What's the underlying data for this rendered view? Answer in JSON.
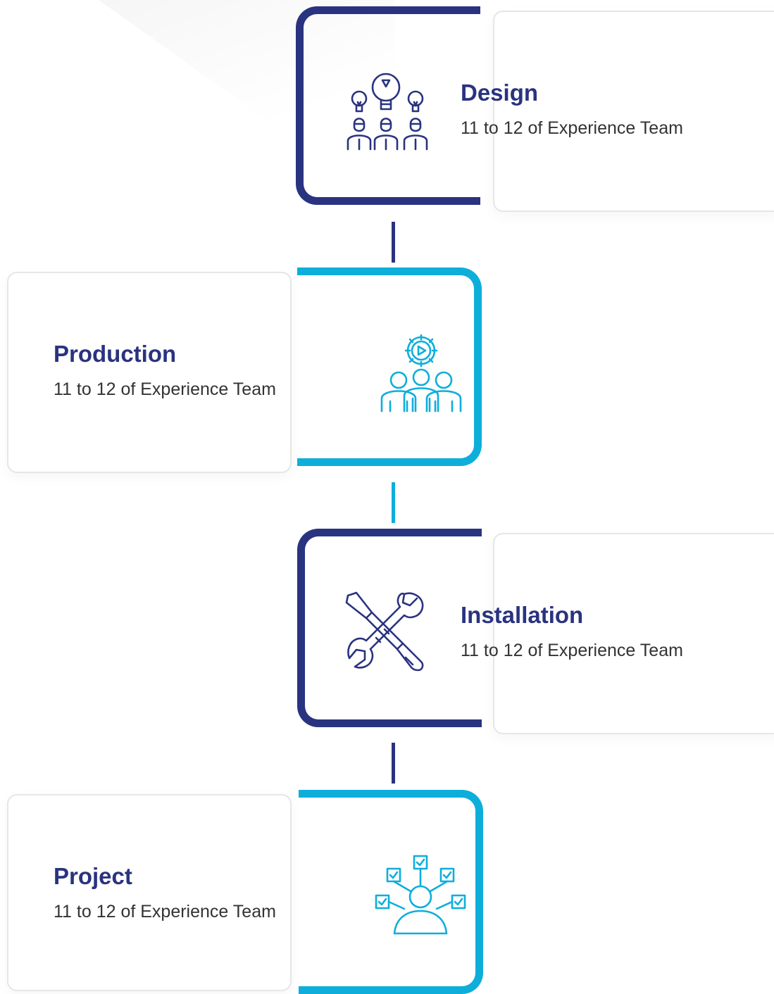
{
  "colors": {
    "navy": "#2a337f",
    "cyan": "#0eaedb"
  },
  "steps": [
    {
      "title": "Design",
      "subtitle": "11 to 12 of Experience Team",
      "icon": "team-ideas-icon"
    },
    {
      "title": "Production",
      "subtitle": "11 to 12 of Experience Team",
      "icon": "team-gear-icon"
    },
    {
      "title": "Installation",
      "subtitle": "11 to 12 of Experience Team",
      "icon": "tools-icon"
    },
    {
      "title": "Project",
      "subtitle": "11 to 12 of Experience Team",
      "icon": "task-network-icon"
    }
  ]
}
